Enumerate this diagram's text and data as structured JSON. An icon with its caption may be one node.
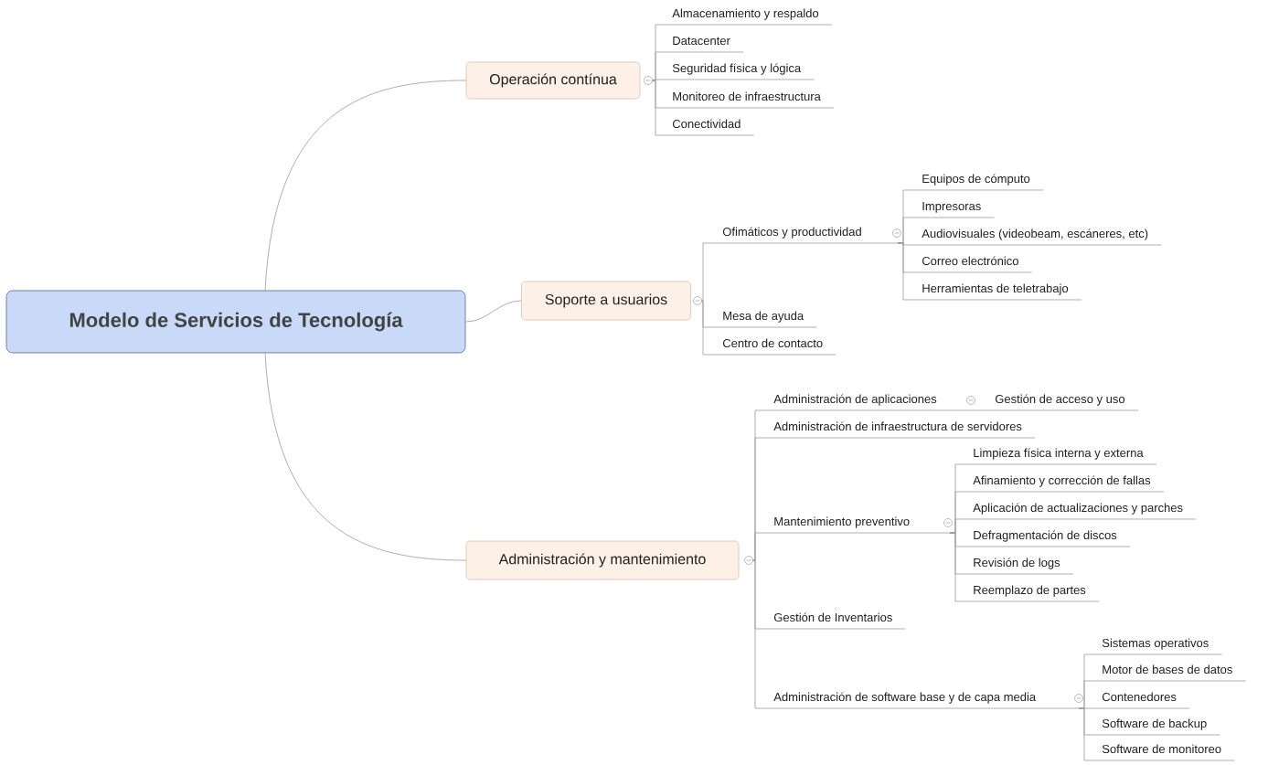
{
  "diagram": {
    "nodes": [
      {
        "text": [
          "Modelo de Servicios de Tecnología"
        ]
      },
      {
        "text": [
          "Operación contínua"
        ]
      },
      {
        "text": [
          "Almacenamiento y respaldo"
        ]
      },
      {
        "text": [
          "Datacenter"
        ]
      },
      {
        "text": [
          "Seguridad física y lógica"
        ]
      },
      {
        "text": [
          "Monitoreo de infraestructura"
        ]
      },
      {
        "text": [
          "Conectividad"
        ]
      },
      {
        "text": [
          "Soporte a usuarios"
        ]
      },
      {
        "text": [
          "Ofimáticos y productividad"
        ]
      },
      {
        "text": [
          "Equipos de cómputo"
        ]
      },
      {
        "text": [
          "Impresoras"
        ]
      },
      {
        "text": [
          "Audiovisuales (videobeam, escáneres, etc)"
        ]
      },
      {
        "text": [
          "Correo electrónico"
        ]
      },
      {
        "text": [
          "Herramientas de teletrabajo"
        ]
      },
      {
        "text": [
          "Mesa de ayuda"
        ]
      },
      {
        "text": [
          "Centro de contacto"
        ]
      },
      {
        "text": [
          "Administración y mantenimiento"
        ]
      },
      {
        "text": [
          "Administración de aplicaciones"
        ]
      },
      {
        "text": [
          "Gestión de acceso y uso"
        ]
      },
      {
        "text": [
          "Administración de infraestructura de servidores"
        ]
      },
      {
        "text": [
          "Mantenimiento preventivo"
        ]
      },
      {
        "text": [
          "Limpieza física interna y externa"
        ]
      },
      {
        "text": [
          "Afinamiento y corrección de fallas"
        ]
      },
      {
        "text": [
          "Aplicación de actualizaciones y parches"
        ]
      },
      {
        "text": [
          "Defragmentación de discos"
        ]
      },
      {
        "text": [
          "Revisión de logs"
        ]
      },
      {
        "text": [
          "Reemplazo de partes"
        ]
      },
      {
        "text": [
          "Gestión de Inventarios"
        ]
      },
      {
        "text": [
          "Administración de software base y de capa media"
        ]
      },
      {
        "text": [
          "Sistemas operativos"
        ]
      },
      {
        "text": [
          "Motor de bases de datos"
        ]
      },
      {
        "text": [
          "Contenedores"
        ]
      },
      {
        "text": [
          "Software de backup"
        ]
      },
      {
        "text": [
          "Software de monitoreo"
        ]
      }
    ],
    "edges": [
      {
        "from": 0,
        "to": 1,
        "arrow": "none"
      },
      {
        "from": 0,
        "to": 7,
        "arrow": "none"
      },
      {
        "from": 0,
        "to": 16,
        "arrow": "none"
      },
      {
        "from": 1,
        "to": 2,
        "arrow": "none"
      },
      {
        "from": 1,
        "to": 3,
        "arrow": "none"
      },
      {
        "from": 1,
        "to": 4,
        "arrow": "none"
      },
      {
        "from": 1,
        "to": 5,
        "arrow": "none"
      },
      {
        "from": 1,
        "to": 6,
        "arrow": "none"
      },
      {
        "from": 7,
        "to": 8,
        "arrow": "none"
      },
      {
        "from": 7,
        "to": 14,
        "arrow": "none"
      },
      {
        "from": 7,
        "to": 15,
        "arrow": "none"
      },
      {
        "from": 8,
        "to": 9,
        "arrow": "none"
      },
      {
        "from": 8,
        "to": 10,
        "arrow": "none"
      },
      {
        "from": 8,
        "to": 11,
        "arrow": "none"
      },
      {
        "from": 8,
        "to": 12,
        "arrow": "none"
      },
      {
        "from": 8,
        "to": 13,
        "arrow": "none"
      },
      {
        "from": 16,
        "to": 17,
        "arrow": "none"
      },
      {
        "from": 16,
        "to": 19,
        "arrow": "none"
      },
      {
        "from": 16,
        "to": 20,
        "arrow": "none"
      },
      {
        "from": 16,
        "to": 27,
        "arrow": "none"
      },
      {
        "from": 16,
        "to": 28,
        "arrow": "none"
      },
      {
        "from": 17,
        "to": 18,
        "arrow": "none"
      },
      {
        "from": 20,
        "to": 21,
        "arrow": "none"
      },
      {
        "from": 20,
        "to": 22,
        "arrow": "none"
      },
      {
        "from": 20,
        "to": 23,
        "arrow": "none"
      },
      {
        "from": 20,
        "to": 24,
        "arrow": "none"
      },
      {
        "from": 20,
        "to": 25,
        "arrow": "none"
      },
      {
        "from": 20,
        "to": 26,
        "arrow": "none"
      },
      {
        "from": 28,
        "to": 29,
        "arrow": "none"
      },
      {
        "from": 28,
        "to": 30,
        "arrow": "none"
      },
      {
        "from": 28,
        "to": 31,
        "arrow": "none"
      },
      {
        "from": 28,
        "to": 32,
        "arrow": "none"
      },
      {
        "from": 28,
        "to": 33,
        "arrow": "none"
      }
    ]
  }
}
